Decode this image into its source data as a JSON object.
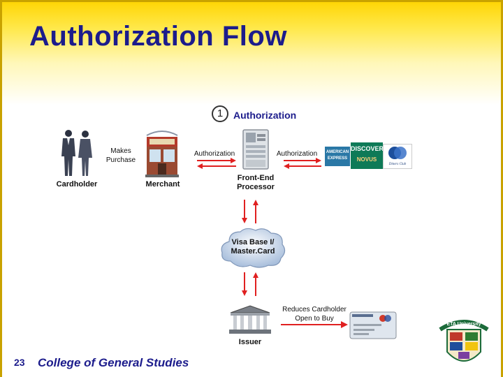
{
  "slide": {
    "title": "Authorization Flow",
    "step_number": "1",
    "step_label": "Authorization",
    "page_number": "23",
    "footer_org": "College of General Studies",
    "colors": {
      "title": "#1c1c8c",
      "arrow": "#e02020",
      "background_top": "#ffd400"
    }
  },
  "nodes": {
    "cardholder": "Cardholder",
    "makes_purchase": [
      "Makes",
      "Purchase"
    ],
    "merchant": "Merchant",
    "front_end": [
      "Front-End",
      "Processor"
    ],
    "network": [
      "Visa Base I/",
      "Master.Card"
    ],
    "issuer": "Issuer",
    "reduces": [
      "Reduces Cardholder",
      "Open to Buy"
    ]
  },
  "edges": {
    "merchant_to_processor": "Authorization",
    "processor_to_brands": "Authorization"
  },
  "card_brands": {
    "amex": "AMERICAN EXPRESS",
    "discover": "DISCOVER",
    "novus": "NOVUS",
    "diners": "Diners Club International"
  },
  "emblem_text": "ETA University"
}
